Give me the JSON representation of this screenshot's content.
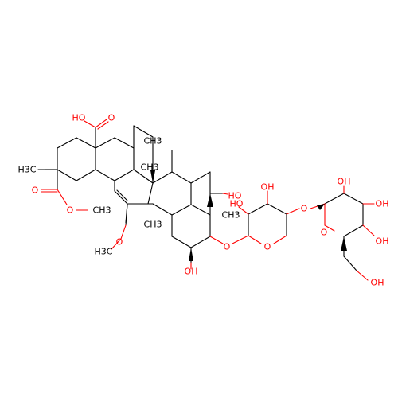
{
  "colors": {
    "bond": "#000000",
    "heteroatom_O": "#ff0000",
    "background": "#ffffff"
  },
  "labels": {
    "ho_top": "HO",
    "o_acid": "O",
    "o_ester_carbonyl": "O",
    "o_ester": "O",
    "ch3_ester": "CH3",
    "ch3_left": "H3C",
    "ch3_center": "CH3",
    "ch3_mid": "CH3",
    "ch3_lower": "CH3",
    "ch3_sugar": "CH3",
    "o_methoxy": "O",
    "ch3_methoxy": "H3C",
    "oh_ring": "OH",
    "oh_ch2": "HO",
    "o_glyc1": "O",
    "o_ring_xyl": "O",
    "oh_xyl_top": "OH",
    "oh_xyl_mid": "HO",
    "o_glyc2": "O",
    "o_ring_glc": "O",
    "oh_glc1": "OH",
    "oh_glc2": "OH",
    "oh_glc3": "OH",
    "oh_glc4": "OH"
  }
}
